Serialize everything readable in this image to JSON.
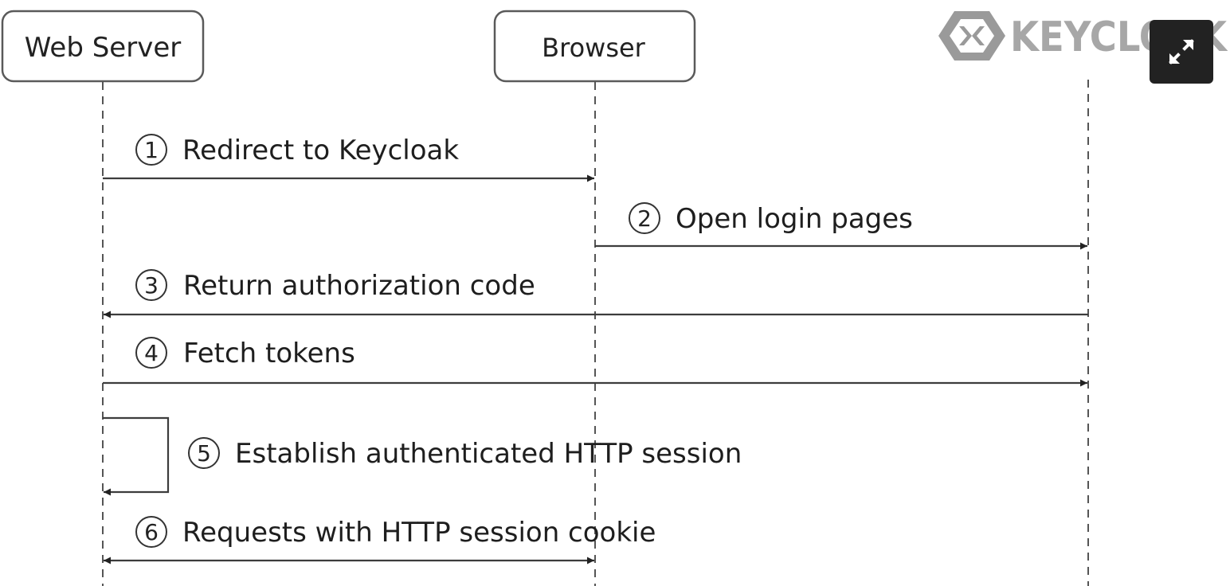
{
  "participants": {
    "web_server": "Web Server",
    "browser": "Browser",
    "keycloak_logo": "KEYCLOAK"
  },
  "messages": [
    {
      "step": "1",
      "label": "Redirect to Keycloak"
    },
    {
      "step": "2",
      "label": "Open login pages"
    },
    {
      "step": "3",
      "label": "Return authorization code"
    },
    {
      "step": "4",
      "label": "Fetch tokens"
    },
    {
      "step": "5",
      "label": "Establish authenticated HTTP session"
    },
    {
      "step": "6",
      "label": "Requests with HTTP session cookie"
    }
  ],
  "controls": {
    "expand_icon": "expand-icon"
  },
  "colors": {
    "logo_gray": "#a7a7a7",
    "logo_dark": "#8a8a8a",
    "button_bg": "#222222"
  }
}
